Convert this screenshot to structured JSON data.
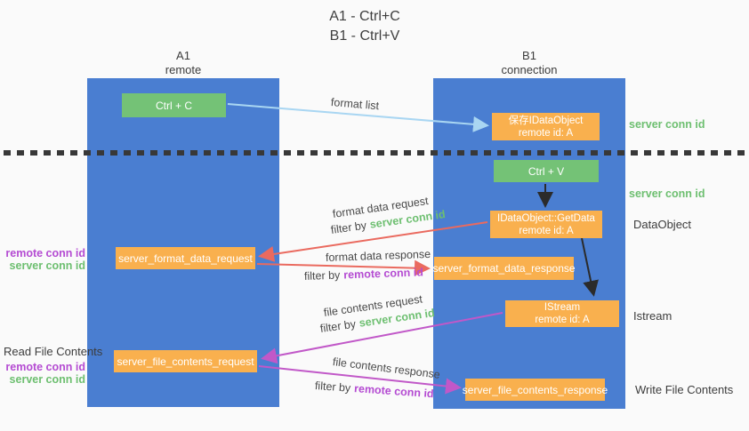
{
  "title": {
    "line1": "A1 - Ctrl+C",
    "line2": "B1 - Ctrl+V"
  },
  "lifelines": {
    "a1": {
      "name": "A1",
      "role": "remote"
    },
    "b1": {
      "name": "B1",
      "role": "connection"
    }
  },
  "nodes": {
    "ctrl_c": {
      "label": "Ctrl + C"
    },
    "ctrl_v": {
      "label": "Ctrl + V"
    },
    "save_dataobject": {
      "line1": "保存IDataObject",
      "line2": "remote id: A"
    },
    "getdata": {
      "line1": "IDataObject::GetData",
      "line2": "remote id: A"
    },
    "istream": {
      "line1": "IStream",
      "line2": "remote id: A"
    },
    "server_format_data_request": {
      "label": "server_format_data_request"
    },
    "server_format_data_response": {
      "label": "server_format_data_response"
    },
    "server_file_contents_request": {
      "label": "server_file_contents_request"
    },
    "server_file_contents_response": {
      "label": "server_file_contents_response"
    }
  },
  "annotations": {
    "right": {
      "server_conn_id_top": "server conn id",
      "server_conn_id_mid": "server conn id",
      "dataobject": "DataObject",
      "istream": "Istream",
      "write_file_contents": "Write File Contents"
    },
    "left": {
      "format_group": {
        "remote_conn_id": "remote conn id",
        "server_conn_id": "server conn id"
      },
      "read_file_contents": "Read File Contents",
      "file_group": {
        "remote_conn_id": "remote conn id",
        "server_conn_id": "server conn id"
      }
    }
  },
  "arrows": {
    "format_list": {
      "label": "format list"
    },
    "format_data_request": {
      "label": "format data request",
      "filter_prefix": "filter by",
      "filter_key": "server conn id"
    },
    "format_data_response": {
      "label": "format data response",
      "filter_prefix": "filter by",
      "filter_key": "remote conn id"
    },
    "file_contents_request": {
      "label": "file contents request",
      "filter_prefix": "filter by",
      "filter_key": "server conn id"
    },
    "file_contents_response": {
      "label": "file contents response",
      "filter_prefix": "filter by",
      "filter_key": "remote conn id"
    }
  },
  "colors": {
    "lifeline_blue": "#4a7ed1",
    "node_green": "#74c276",
    "node_orange": "#f9b04e",
    "arrow_light_blue": "#a9d6f2",
    "arrow_red": "#ea6a5f",
    "arrow_magenta": "#c158c8",
    "arrow_black": "#2b2b2b",
    "divider_dark": "#383838",
    "text_green": "#6dbf70",
    "text_purple": "#b44bd2",
    "text_dark": "#3c3c3c",
    "background": "#fafafa"
  }
}
